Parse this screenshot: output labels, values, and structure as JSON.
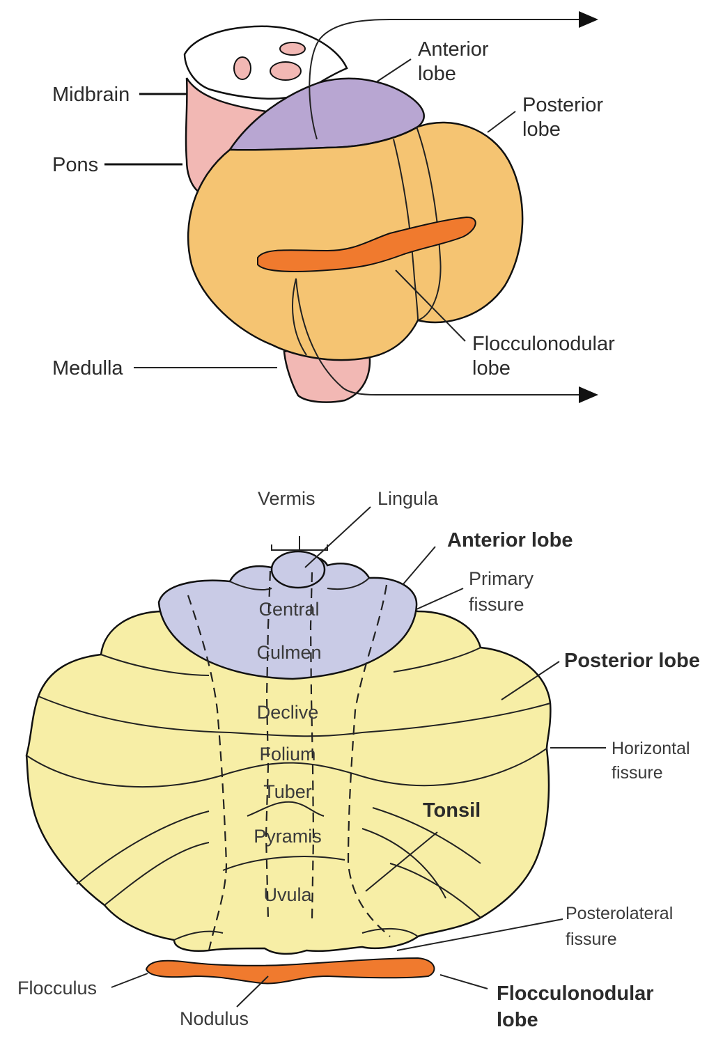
{
  "top_figure": {
    "labels": {
      "midbrain": "Midbrain",
      "pons": "Pons",
      "medulla": "Medulla",
      "anterior_lobe": [
        "Anterior",
        "lobe"
      ],
      "posterior_lobe": [
        "Posterior",
        "lobe"
      ],
      "flocculonodular_lobe": [
        "Flocculonodular",
        "lobe"
      ]
    }
  },
  "bottom_figure": {
    "labels": {
      "vermis": "Vermis",
      "lingula": "Lingula",
      "anterior_lobe": "Anterior lobe",
      "primary_fissure": [
        "Primary",
        "fissure"
      ],
      "posterior_lobe": "Posterior lobe",
      "horizontal_fissure": [
        "Horizontal",
        "fissure"
      ],
      "tonsil": "Tonsil",
      "posterolateral_fissure": [
        "Posterolateral",
        "fissure"
      ],
      "flocculus": "Flocculus",
      "nodulus": "Nodulus",
      "flocculonodular_lobe": [
        "Flocculonodular",
        "lobe"
      ]
    },
    "vermis_segments": [
      "Central",
      "Culmen",
      "Declive",
      "Folium",
      "Tuber",
      "Pyramis",
      "Uvula"
    ]
  },
  "colors": {
    "brainstem": "#f2b8b4",
    "anterior_lobe_top": "#b8a6d2",
    "posterior_lobe_top": "#f5c472",
    "flocculonodular": "#f07a2e",
    "anterior_lobe_bottom": "#c9cbe6",
    "posterior_lobe_bottom": "#f7eea6"
  }
}
